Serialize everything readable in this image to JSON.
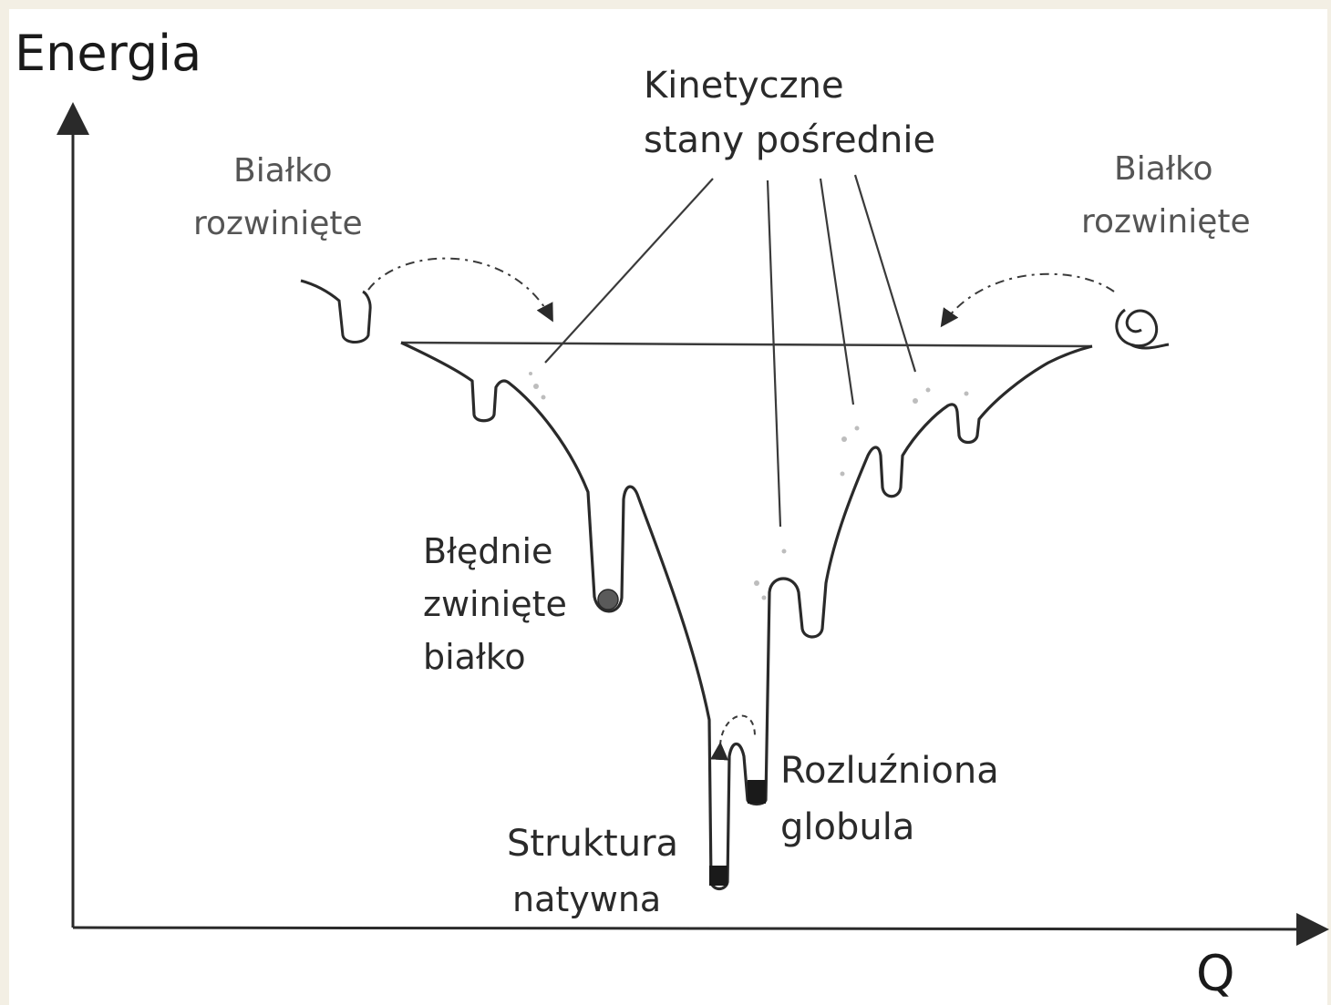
{
  "axes": {
    "y_label": "Energia",
    "x_label": "Q"
  },
  "labels": {
    "kinetic_line1": "Kinetyczne",
    "kinetic_line2": "stany pośrednie",
    "unfolded_left_line1": "Białko",
    "unfolded_left_line2": "rozwinięte",
    "unfolded_right_line1": "Białko",
    "unfolded_right_line2": "rozwinięte",
    "misfolded_line1": "Błędnie",
    "misfolded_line2": "zwinięte",
    "misfolded_line3": "białko",
    "molten_globule_line1": "Rozluźniona",
    "molten_globule_line2": "globula",
    "native_line1": "Struktura",
    "native_line2": "natywna"
  },
  "colors": {
    "ink": "#2a2a2a",
    "paper": "#ffffff",
    "background": "#f3efe4"
  }
}
